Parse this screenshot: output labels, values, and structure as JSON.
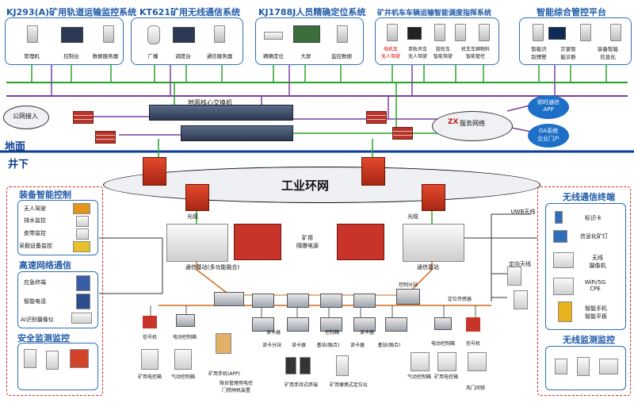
{
  "systems": [
    {
      "title": "KJ293(A)矿用轨道运输监控系统",
      "labels": [
        "管理机",
        "控制台",
        "数据服务器"
      ]
    },
    {
      "title": "KT621矿用无线通信系统",
      "labels": [
        "广播",
        "调度台",
        "通信服务器"
      ]
    },
    {
      "title": "KJ1788J人员精确定位系统",
      "labels": [
        "精确定位",
        "大屏",
        "监控数据"
      ]
    },
    {
      "title": "矿井机车车辆运输智能调度指挥系统",
      "labels": [
        "电机车\n无人驾驶",
        "单轨吊车\n无人驾驶",
        "胶轮车\n智能驾驶",
        "机车车辆物料\n智能管控"
      ]
    },
    {
      "title": "智能综合管控平台",
      "labels": [
        "智能识\n别预警",
        "灾害智\n能诊断",
        "装备智能\n信息化"
      ]
    }
  ],
  "network": {
    "public": "公网接入",
    "core_switch": "地面核心交换机",
    "zx_service": "服务网络",
    "zx_logo": "ZX",
    "app": "即时通信\nAPP",
    "oa": "OA系统\n企业门户"
  },
  "zones": {
    "surface": "地面",
    "underground": "井下"
  },
  "ring": "工业环网",
  "center": {
    "fiber_left": "光缆",
    "fiber_right": "光缆",
    "power": "矿用\n隔爆电源",
    "station_left": "通信基站(多功能融合)",
    "station_right": "通信基站",
    "uwb": "UWB天线",
    "dir_antenna": "定向天线",
    "ctrl_branch": "控制分站",
    "locator": "定位传感器"
  },
  "left_panel": {
    "title": "装备智能控制",
    "items": [
      "无人驾驶",
      "排水监控",
      "皮带监控",
      "采掘设备监控"
    ],
    "net_title": "高速网络通信",
    "net_items": [
      "应急终端",
      "智能电话",
      "AI识别摄像仪"
    ],
    "safe_title": "安全监测监控"
  },
  "right_panel": {
    "title": "无线通信终端",
    "items": [
      "标识卡",
      "信息化矿灯",
      "无线\n摄像机",
      "WiFi/5G\nCPE",
      "智能手机\n智能平板"
    ],
    "mon_title": "无线监测监控"
  },
  "bottom": {
    "signal_l": "信号机",
    "turnout_l": "电动控制箱",
    "readcard": "读卡分站",
    "readers": [
      "读卡器",
      "基站(融合)",
      "读卡器",
      "基站(融合)",
      "读卡器",
      "控制箱",
      "读卡器"
    ],
    "elec_ctrl_r": "电动控制箱",
    "signal_r": "信号机",
    "mine_phone": "矿用手机(APP)",
    "mine_phone2": "矿用手持式终端",
    "portable": "矿用便携式定位仪",
    "lock": "限员管理用电控\n门禁闸机装置",
    "mech_l": "矿用电控箱",
    "pneu_l": "气动控制箱",
    "pneu_r": "气动控制箱",
    "elec_r": "矿用电控箱",
    "fence": "风门闭锁"
  }
}
